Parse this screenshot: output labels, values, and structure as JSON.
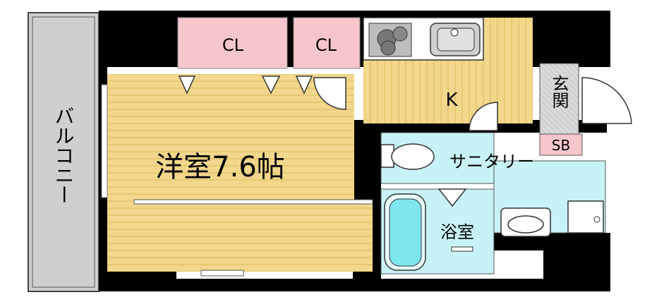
{
  "rooms": {
    "balcony": "バルコニー",
    "closet_1": "CL",
    "closet_2": "CL",
    "kitchen": "K",
    "entrance": "玄関",
    "shoe_box": "SB",
    "western_room": "洋室7.6帖",
    "sanitary": "サニタリー",
    "bathroom": "浴室"
  },
  "colors": {
    "wall": "#000000",
    "floor_wood": "#f2d78c",
    "wood_line": "#e6c26a",
    "closet": "#f7c6cc",
    "wet_area": "#c8f3f6",
    "bath_tub": "#7ee6ee",
    "balcony": "#cfcfcf",
    "entrance_floor": "#d7d7d7",
    "shoe_box": "#f7c6cc"
  }
}
